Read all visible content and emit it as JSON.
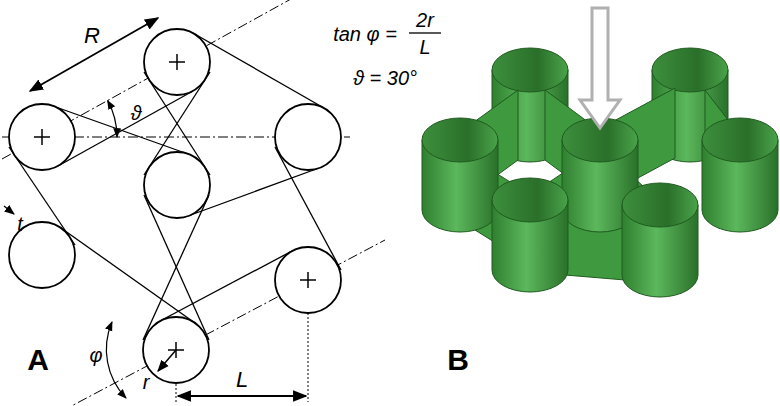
{
  "diagram": {
    "labels": [
      "R",
      "tan φ =",
      "2r",
      "L",
      "ϑ = 30°",
      "ϑ",
      "t",
      "φ",
      "r",
      "L",
      "A",
      "B"
    ]
  }
}
